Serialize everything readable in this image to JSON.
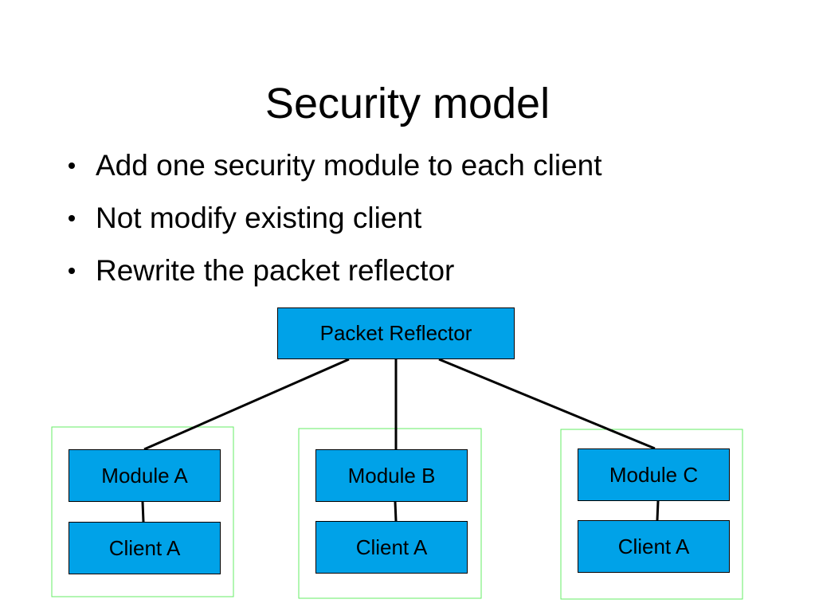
{
  "slide": {
    "title": "Security model",
    "bullets": [
      "Add one security module to each client",
      "Not modify existing client",
      "Rewrite the packet reflector"
    ]
  },
  "diagram": {
    "box_color": "#00a2e8",
    "frame_color": "#66ee66",
    "reflector": {
      "label": "Packet Reflector"
    },
    "groups": [
      {
        "module": "Module A",
        "client": "Client A"
      },
      {
        "module": "Module B",
        "client": "Client A"
      },
      {
        "module": "Module C",
        "client": "Client A"
      }
    ]
  }
}
